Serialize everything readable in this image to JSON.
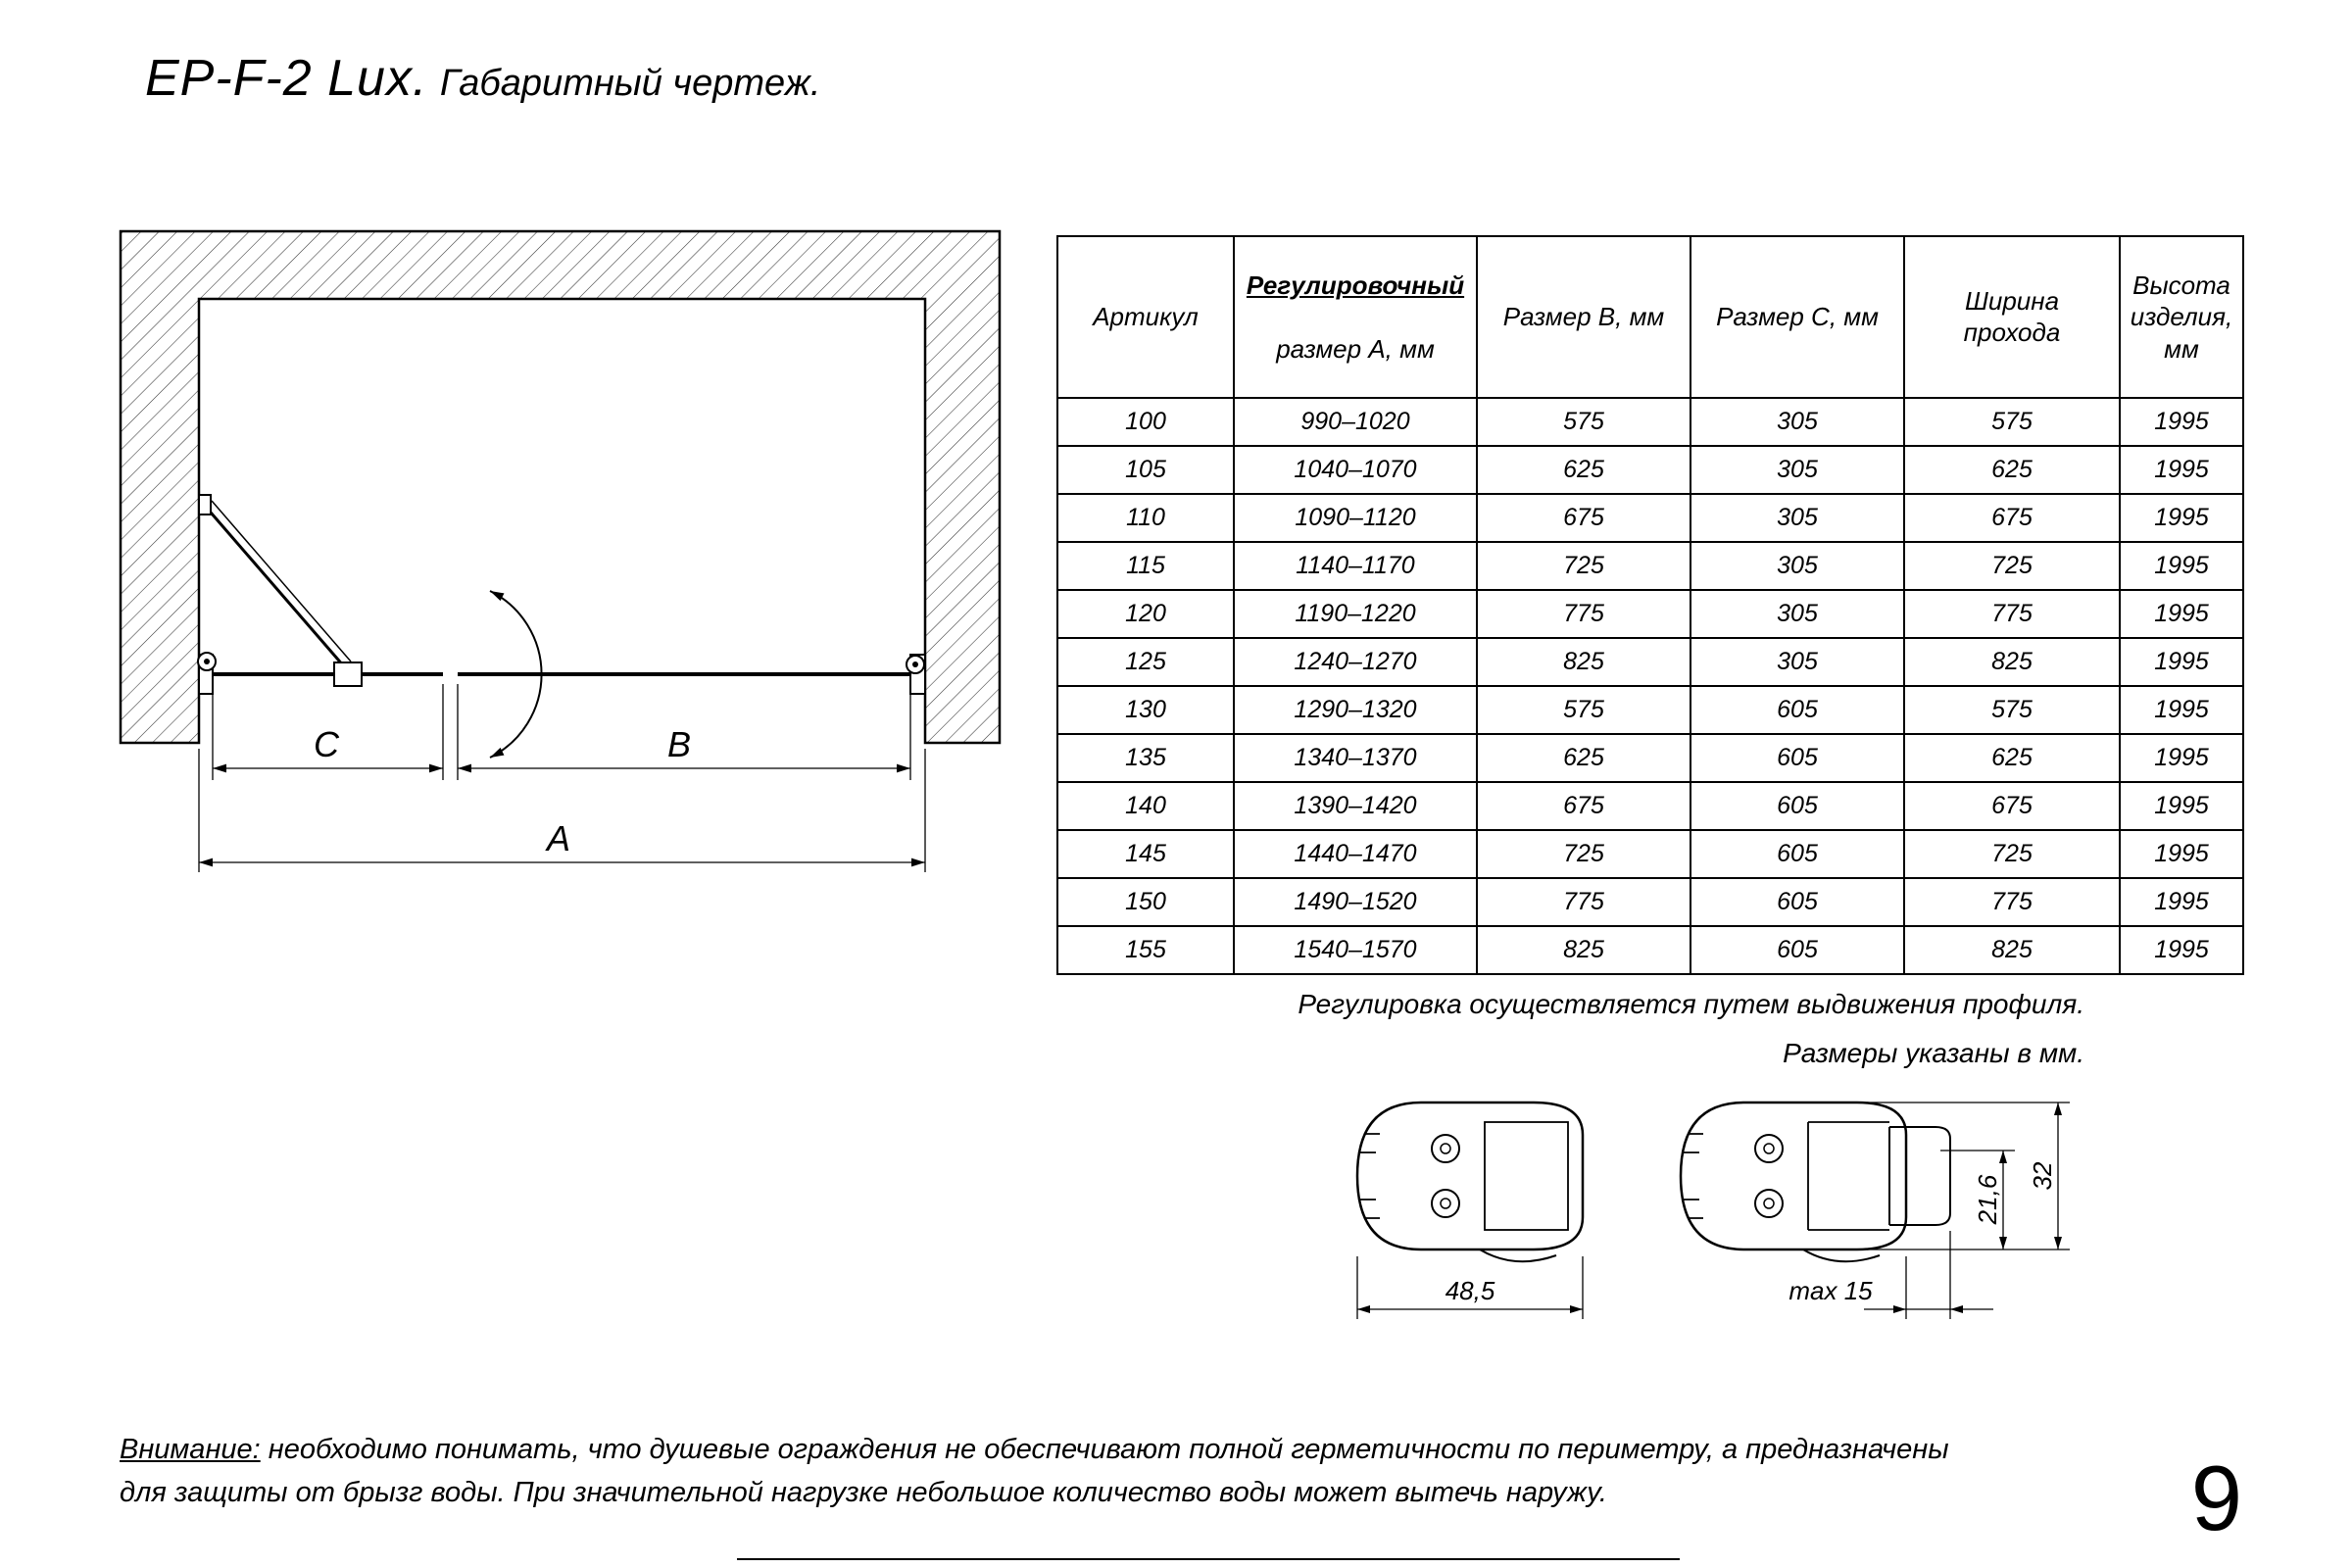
{
  "page": {
    "title_main": "EP-F-2 Lux.",
    "title_sub": "Габаритный чертеж.",
    "page_number": "9"
  },
  "drawing": {
    "dim_a": "A",
    "dim_b": "B",
    "dim_c": "C"
  },
  "table": {
    "headers": {
      "artikul": "Артикул",
      "size_a_line1": "Регулировочный",
      "size_a_line2": "размер A, мм",
      "size_b": "Размер B, мм",
      "size_c": "Размер C, мм",
      "passage_width": "Ширина\nпрохода",
      "product_height": "Высота\nизделия,\nмм"
    },
    "rows": [
      [
        "100",
        "990–1020",
        "575",
        "305",
        "575",
        "1995"
      ],
      [
        "105",
        "1040–1070",
        "625",
        "305",
        "625",
        "1995"
      ],
      [
        "110",
        "1090–1120",
        "675",
        "305",
        "675",
        "1995"
      ],
      [
        "115",
        "1140–1170",
        "725",
        "305",
        "725",
        "1995"
      ],
      [
        "120",
        "1190–1220",
        "775",
        "305",
        "775",
        "1995"
      ],
      [
        "125",
        "1240–1270",
        "825",
        "305",
        "825",
        "1995"
      ],
      [
        "130",
        "1290–1320",
        "575",
        "605",
        "575",
        "1995"
      ],
      [
        "135",
        "1340–1370",
        "625",
        "605",
        "625",
        "1995"
      ],
      [
        "140",
        "1390–1420",
        "675",
        "605",
        "675",
        "1995"
      ],
      [
        "145",
        "1440–1470",
        "725",
        "605",
        "725",
        "1995"
      ],
      [
        "150",
        "1490–1520",
        "775",
        "605",
        "775",
        "1995"
      ],
      [
        "155",
        "1540–1570",
        "825",
        "605",
        "825",
        "1995"
      ]
    ]
  },
  "notes": {
    "line1": "Регулировка осуществляется путем выдвижения профиля.",
    "line2": "Размеры указаны в мм."
  },
  "profiles": {
    "width_dim": "48,5",
    "max_dim": "max 15",
    "inner_height_dim": "21,6",
    "outer_height_dim": "32"
  },
  "warning": {
    "label": "Внимание:",
    "line1": "необходимо понимать, что душевые ограждения не обеспечивают полной герметичности по периметру, а предназначены",
    "line2": "для защиты от брызг воды. При значительной нагрузке небольшое количество воды может вытечь наружу."
  }
}
